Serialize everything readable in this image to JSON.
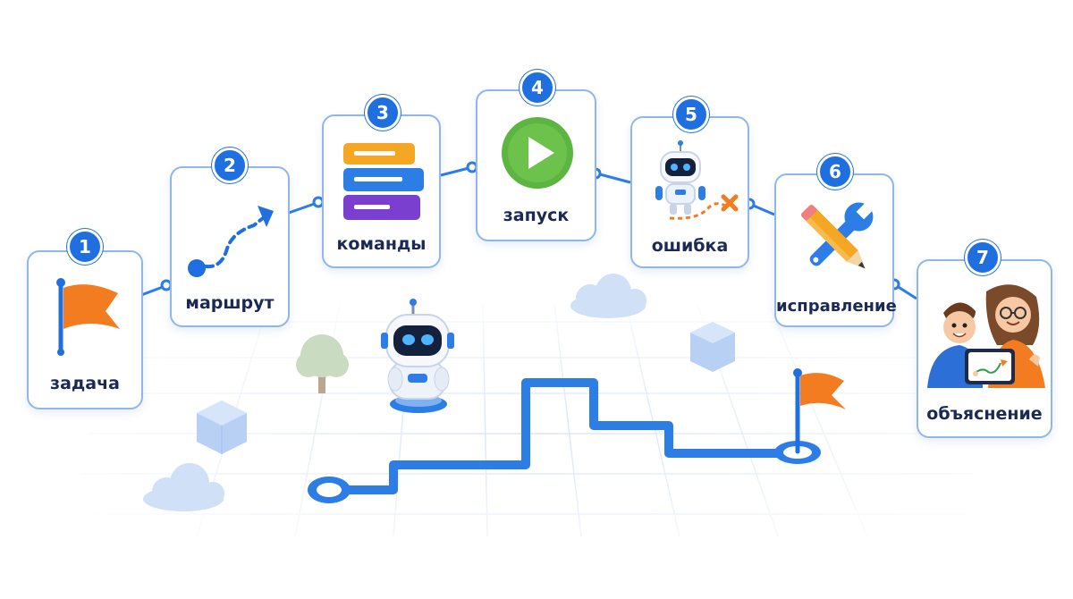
{
  "steps": [
    {
      "number": "1",
      "label": "задача",
      "icon": "flag-icon"
    },
    {
      "number": "2",
      "label": "маршрут",
      "icon": "route-arrow-icon"
    },
    {
      "number": "3",
      "label": "команды",
      "icon": "code-blocks-icon"
    },
    {
      "number": "4",
      "label": "запуск",
      "icon": "play-icon"
    },
    {
      "number": "5",
      "label": "ошибка",
      "icon": "robot-error-icon"
    },
    {
      "number": "6",
      "label": "исправление",
      "icon": "wrench-pencil-icon"
    },
    {
      "number": "7",
      "label": "объяснение",
      "icon": "teacher-student-icon"
    }
  ],
  "colors": {
    "accent": "#1f6fe0",
    "card_border": "#8fb6ee",
    "label_text": "#1b2a55",
    "flag": "#f47c20",
    "play": "#5bb540",
    "error": "#f47c20"
  }
}
